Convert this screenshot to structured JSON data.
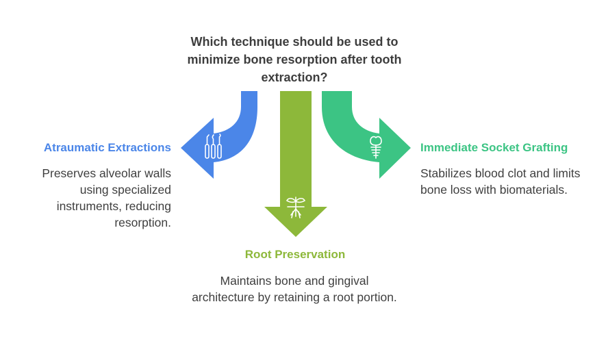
{
  "question": "Which technique should be used to minimize bone resorption after tooth extraction?",
  "options": [
    {
      "title": "Atraumatic Extractions",
      "description": "Preserves alveolar walls using specialized instruments, reducing resorption.",
      "color": "#4b86e8",
      "icon": "dental-instruments-icon"
    },
    {
      "title": "Root Preservation",
      "description": "Maintains bone and gingival architecture by retaining a root portion.",
      "color": "#8db83a",
      "icon": "sprout-roots-icon"
    },
    {
      "title": "Immediate Socket Grafting",
      "description": "Stabilizes blood clot and limits bone loss with biomaterials.",
      "color": "#3cc484",
      "icon": "dental-implant-icon"
    }
  ]
}
